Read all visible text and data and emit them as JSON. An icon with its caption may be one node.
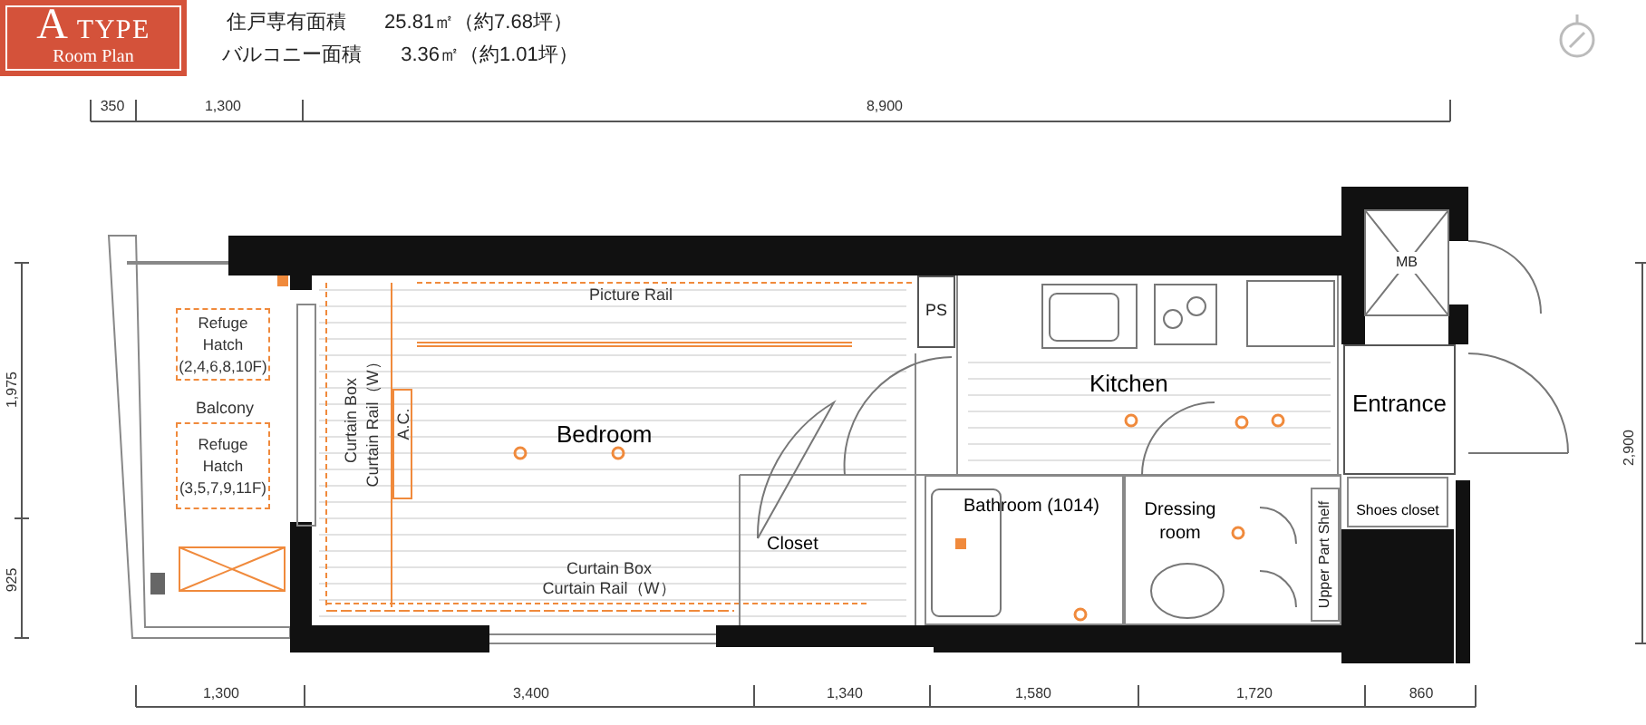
{
  "diagram": {
    "nodes": [
      {
        "text": [
          "A TYPE",
          "Room Plan"
        ]
      },
      {
        "text": [
          "Balcony"
        ]
      },
      {
        "text": [
          "Refuge Hatch (2,4,6,8,10F)"
        ],
        "in": 1
      },
      {
        "text": [
          "Refuge Hatch (3,5,7,9,11F)"
        ],
        "in": 1
      },
      {
        "text": [
          "Bedroom"
        ]
      },
      {
        "text": [
          "PS"
        ]
      },
      {
        "text": [
          "Kitchen"
        ]
      },
      {
        "text": [
          "MB"
        ]
      },
      {
        "text": [
          "Entrance"
        ]
      },
      {
        "text": [
          "Closet"
        ]
      },
      {
        "text": [
          "Bathroom (1014)"
        ]
      },
      {
        "text": [
          "Dressing room"
        ]
      },
      {
        "text": [
          "Upper Part Shelf"
        ],
        "in": 11
      },
      {
        "text": [
          "Shoes closet"
        ]
      }
    ],
    "labels": [
      "住戸専有面積",
      "25.81㎡（約7.68坪）",
      "バルコニー面積",
      "3.36㎡（約1.01坪）",
      "350",
      "1,300",
      "8,900",
      "1,975",
      "925",
      "2,900",
      "Picture Rail",
      "Curtain Box",
      "Curtain Rail（W）",
      "A.C.",
      "Curtain Box",
      "Curtain Rail（W）",
      "1,300",
      "3,400",
      "1,340",
      "1,580",
      "1,720",
      "860"
    ]
  }
}
